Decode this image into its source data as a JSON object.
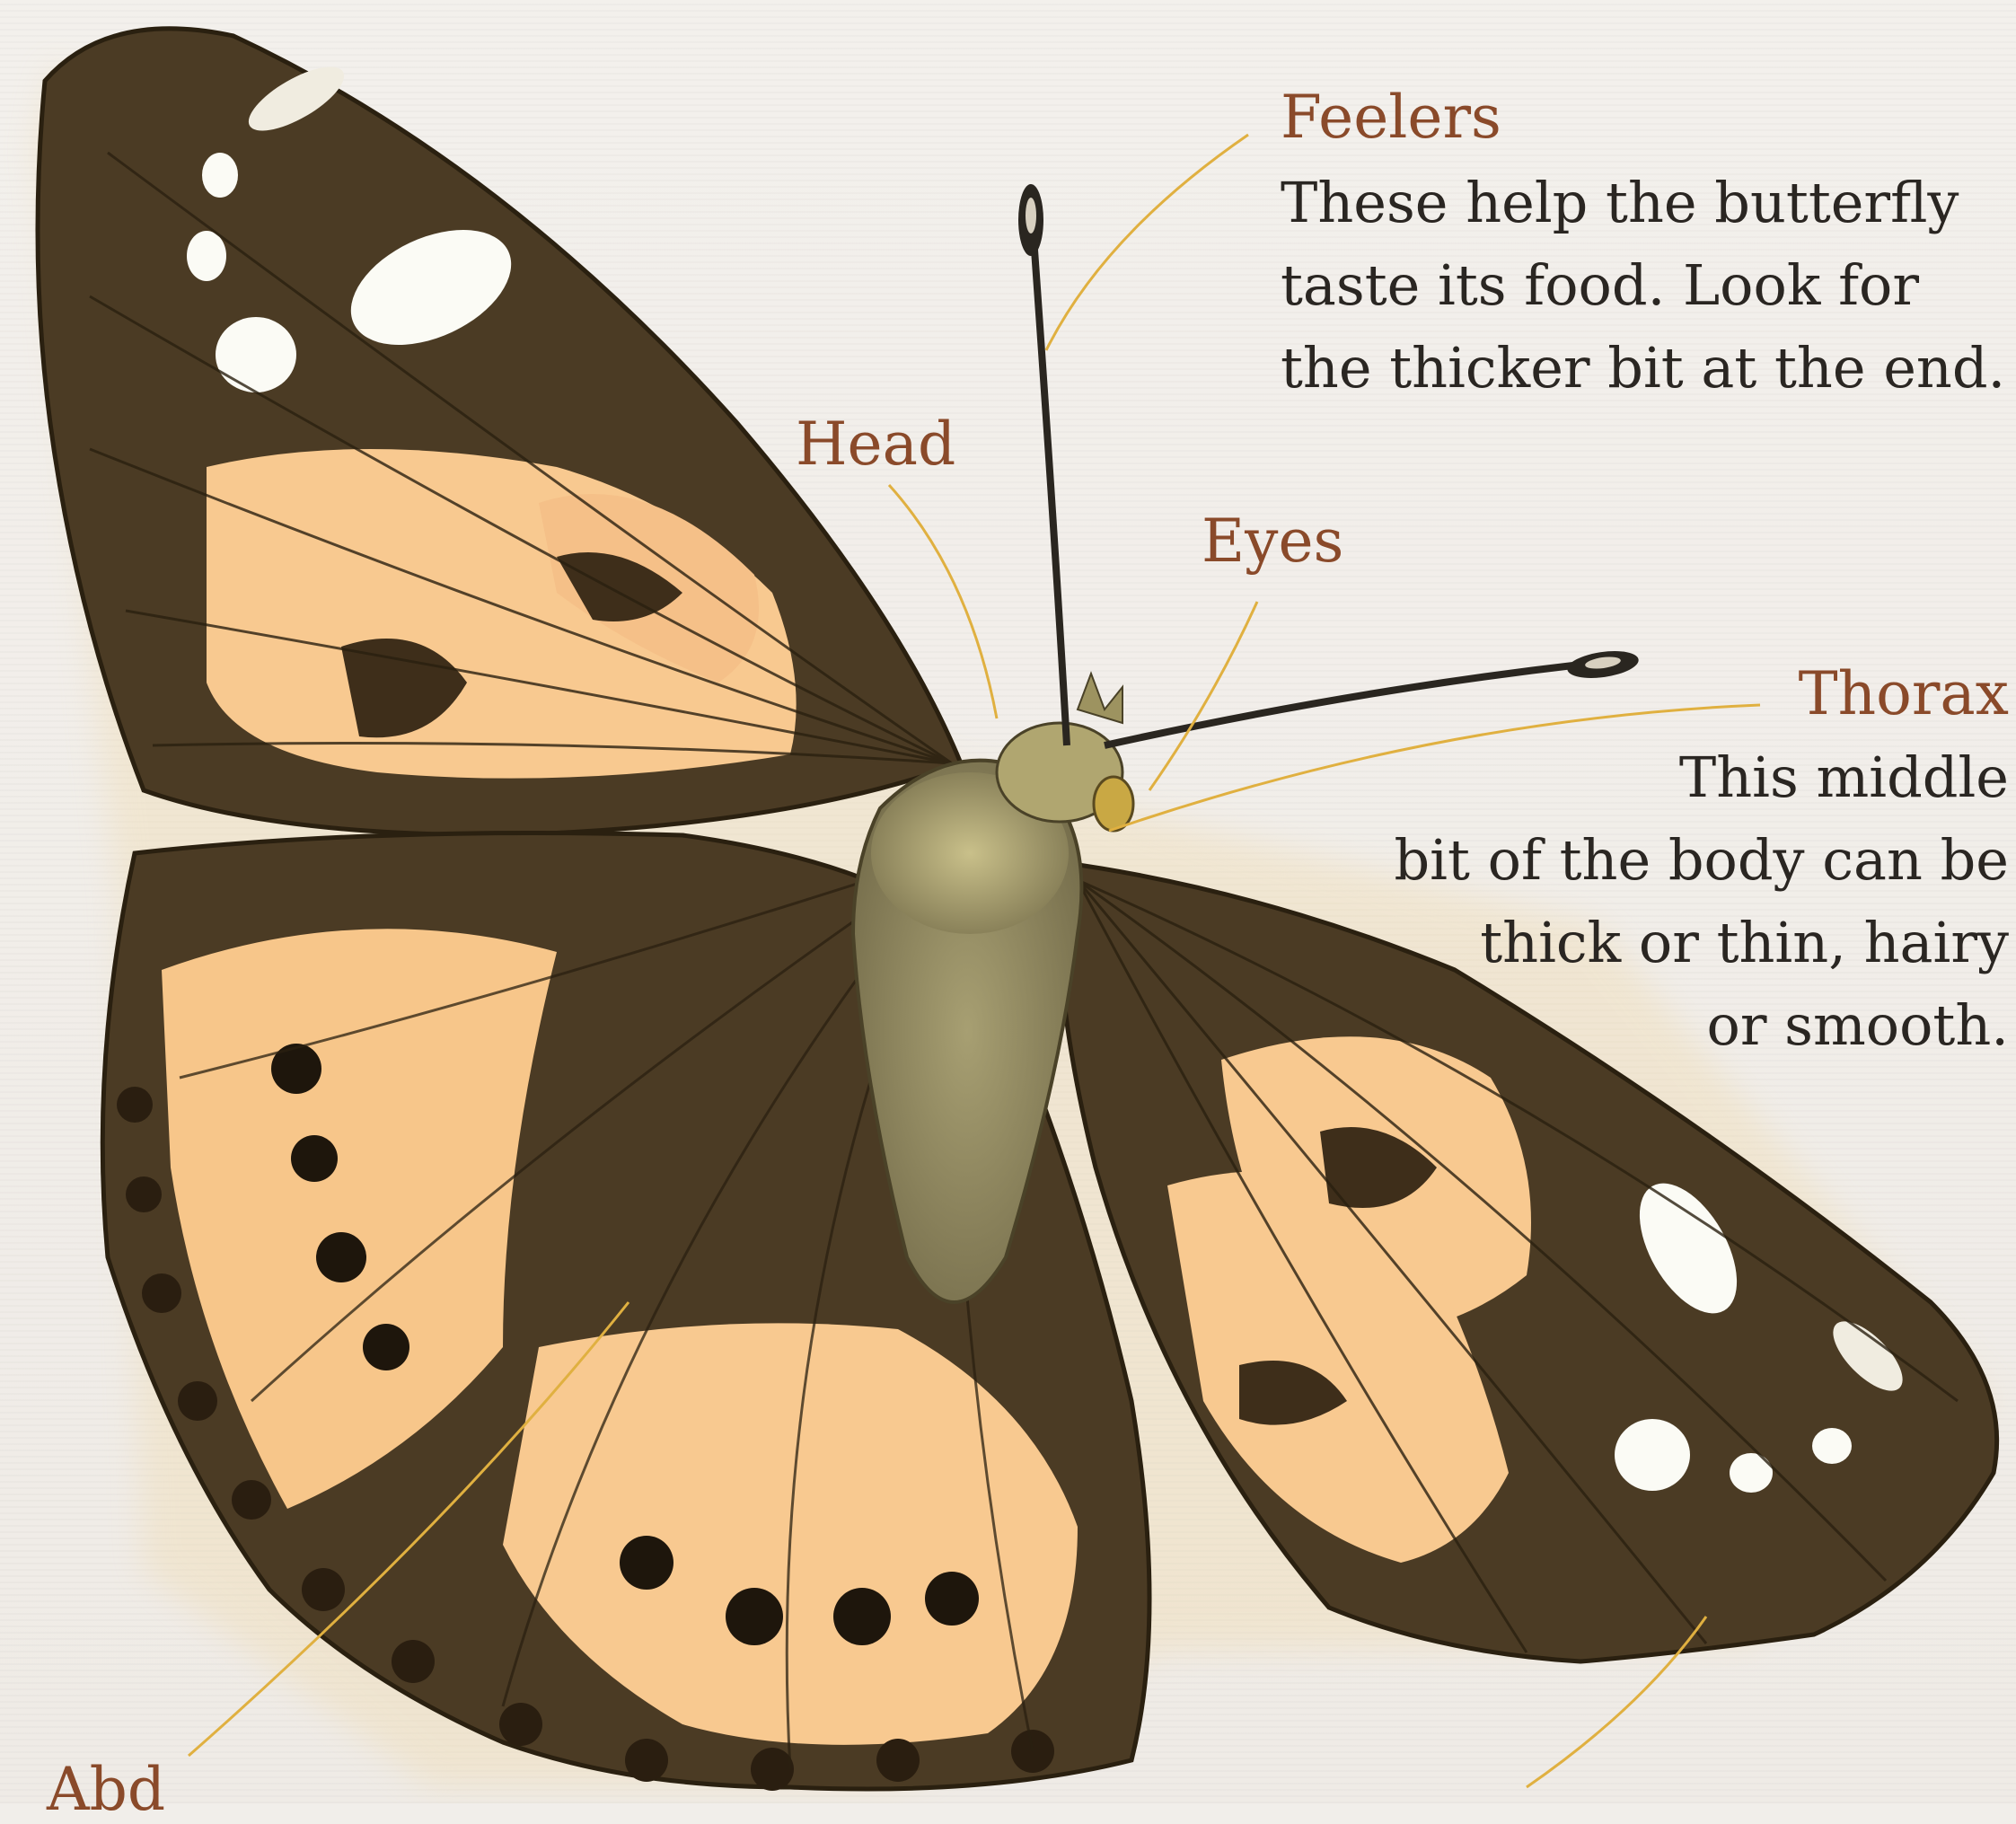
{
  "labels": {
    "feelers": "Feelers",
    "head": "Head",
    "eyes": "Eyes",
    "thorax": "Thorax",
    "abdomen_partial": "Abd"
  },
  "descriptions": {
    "feelers": [
      "These help the butterfly",
      "taste its food. Look for",
      "the thicker bit at the end."
    ],
    "thorax": [
      "This middle",
      "bit of the body can be",
      "thick or thin, hairy",
      "or smooth."
    ]
  },
  "colors": {
    "label": "#8a4a2a",
    "text": "#2a2622",
    "leader_line": "#e0b040",
    "wing_orange": "#f7c88e",
    "wing_dark": "#4a3a22",
    "body": "#9e9466"
  }
}
